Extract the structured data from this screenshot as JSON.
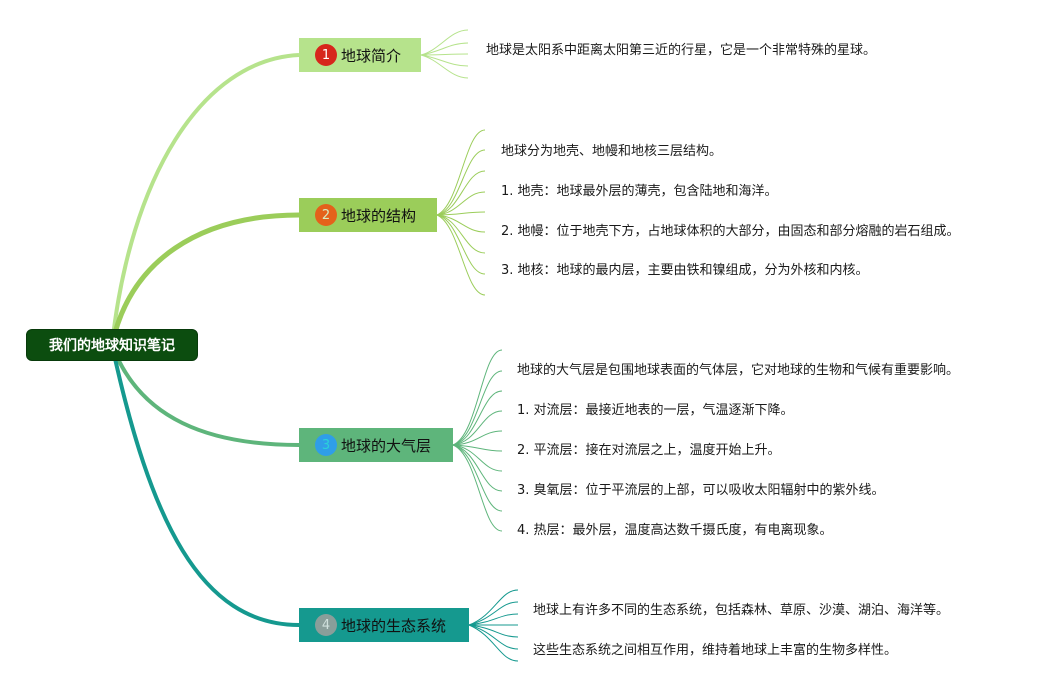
{
  "root": {
    "label": "我们的地球知识笔记"
  },
  "colors": {
    "root": "#0c4d0f",
    "topic1": "#b6e38c",
    "topic2": "#9bcd5a",
    "topic3": "#5eb57b",
    "topic4": "#15998f"
  },
  "topics": [
    {
      "number": "1",
      "label": "地球简介",
      "leaves": [
        "地球是太阳系中距离太阳第三近的行星，它是一个非常特殊的星球。"
      ]
    },
    {
      "number": "2",
      "label": "地球的结构",
      "leaves": [
        "地球分为地壳、地幔和地核三层结构。",
        "1. 地壳：地球最外层的薄壳，包含陆地和海洋。",
        "2. 地幔：位于地壳下方，占地球体积的大部分，由固态和部分熔融的岩石组成。",
        "3. 地核：地球的最内层，主要由铁和镍组成，分为外核和内核。"
      ]
    },
    {
      "number": "3",
      "label": "地球的大气层",
      "leaves": [
        "地球的大气层是包围地球表面的气体层，它对地球的生物和气候有重要影响。",
        "1. 对流层：最接近地表的一层，气温逐渐下降。",
        "2. 平流层：接在对流层之上，温度开始上升。",
        "3. 臭氧层：位于平流层的上部，可以吸收太阳辐射中的紫外线。",
        "4. 热层：最外层，温度高达数千摄氏度，有电离现象。"
      ]
    },
    {
      "number": "4",
      "label": "地球的生态系统",
      "leaves": [
        "地球上有许多不同的生态系统，包括森林、草原、沙漠、湖泊、海洋等。",
        "这些生态系统之间相互作用，维持着地球上丰富的生物多样性。"
      ]
    }
  ]
}
